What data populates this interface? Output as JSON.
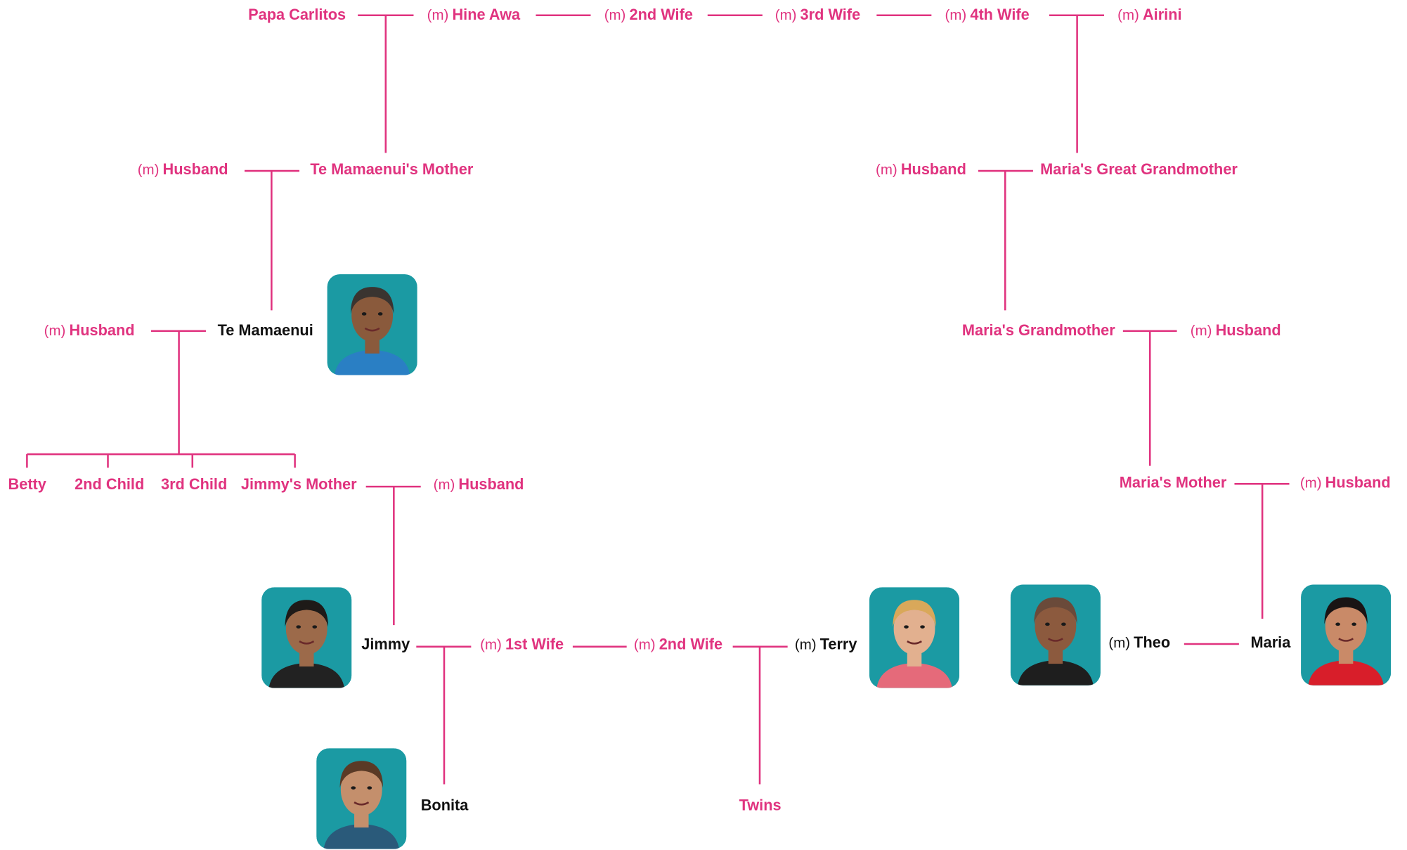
{
  "accent_color": "#e0337f",
  "main_text_color": "#111111",
  "marriage_prefix": "(m)",
  "people": {
    "papa_carlitos": "Papa Carlitos",
    "hine_awa": "Hine Awa",
    "wife2_top": "2nd Wife",
    "wife3_top": "3rd Wife",
    "wife4_top": "4th Wife",
    "airini": "Airini",
    "husband_te_mother": "Husband",
    "te_mamaenui_mother": "Te Mamaenui's Mother",
    "husband_great_gm": "Husband",
    "great_grandmother": "Maria's Great Grandmother",
    "husband_te": "Husband",
    "te_mamaenui": "Te Mamaenui",
    "grandmother": "Maria's Grandmother",
    "husband_grandmother": "Husband",
    "betty": "Betty",
    "child2": "2nd Child",
    "child3": "3rd Child",
    "jimmys_mother": "Jimmy's Mother",
    "husband_jimmys_mother": "Husband",
    "marias_mother": "Maria's Mother",
    "husband_marias_mother": "Husband",
    "jimmy": "Jimmy",
    "wife1": "1st Wife",
    "wife2": "2nd Wife",
    "terry": "Terry",
    "theo": "Theo",
    "maria": "Maria",
    "bonita": "Bonita",
    "twins": "Twins"
  },
  "photos": {
    "te_mamaenui": {
      "skin": "#8a5a3c",
      "hair": "#3a3430",
      "shirt": "#2a7fc4"
    },
    "jimmy": {
      "skin": "#9c6a4a",
      "hair": "#1e1a18",
      "shirt": "#222222"
    },
    "terry": {
      "skin": "#e2b08f",
      "hair": "#d9a85a",
      "shirt": "#e56a7a"
    },
    "theo": {
      "skin": "#8c5a3e",
      "hair": "#6a4a3a",
      "shirt": "#1e1e1e"
    },
    "maria": {
      "skin": "#c98a68",
      "hair": "#1a1414",
      "shirt": "#d81e2a"
    },
    "bonita": {
      "skin": "#c48f6c",
      "hair": "#5a3a26",
      "shirt": "#2a5a7a"
    }
  }
}
